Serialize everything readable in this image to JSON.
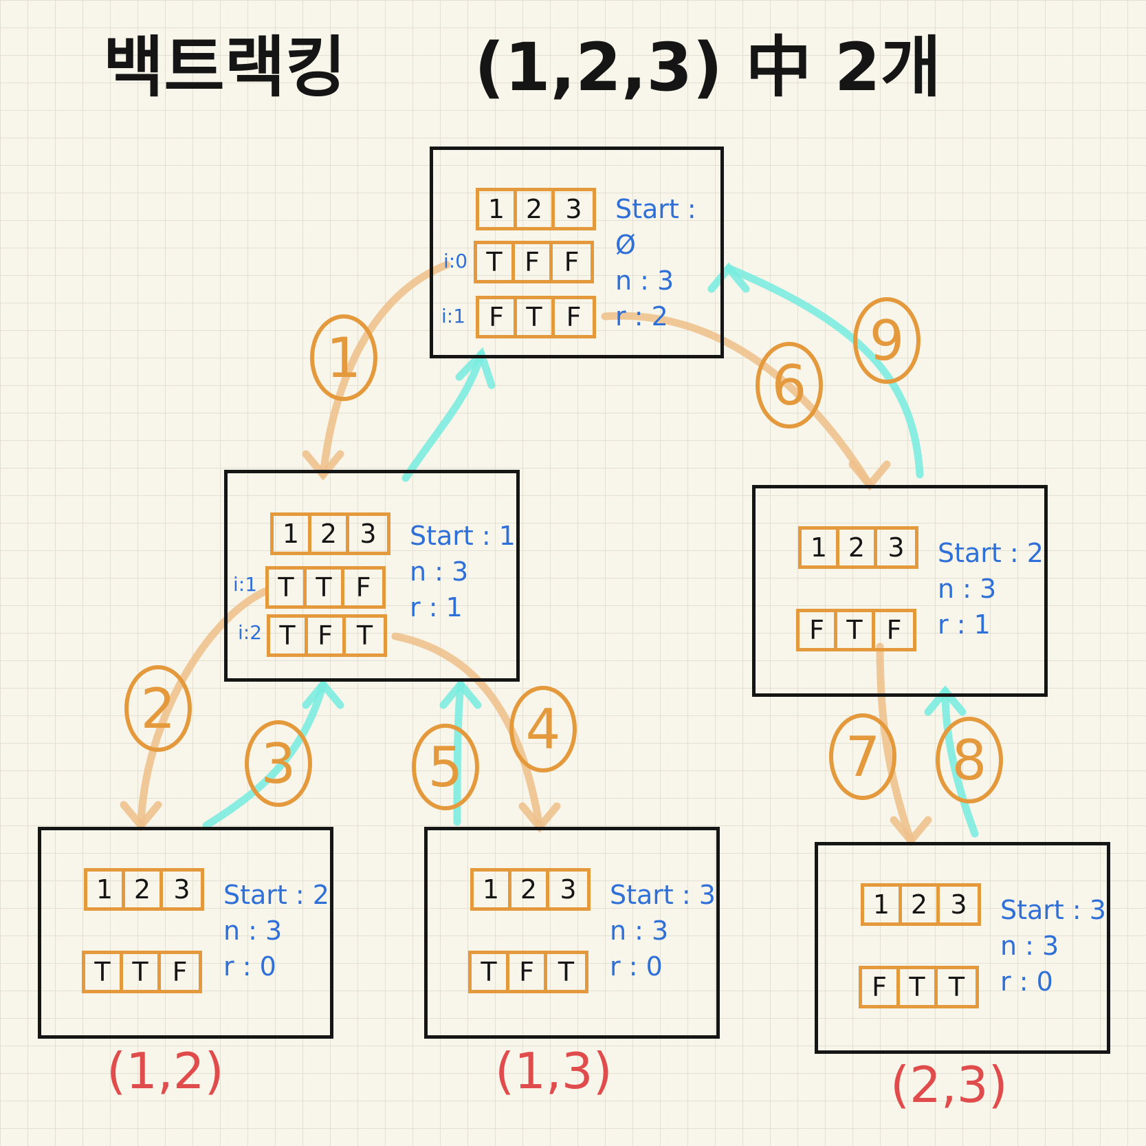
{
  "title_left": "백트랙킹",
  "title_right": "(1,2,3) 中 2개",
  "colors": {
    "ink": "#151515",
    "orange": "#e49a3c",
    "orange_light": "#efc08a",
    "cyan": "#76ecdf",
    "blue": "#2e6fd8",
    "red": "#e04c4c"
  },
  "nodes": [
    {
      "id": "root",
      "header": [
        "1",
        "2",
        "3"
      ],
      "rows": [
        {
          "label": "i:0",
          "cells": [
            "T",
            "F",
            "F"
          ]
        },
        {
          "label": "i:1",
          "cells": [
            "F",
            "T",
            "F"
          ]
        }
      ],
      "info": [
        "Start : Ø",
        "n : 3",
        "r : 2"
      ],
      "result": ""
    },
    {
      "id": "mid-left",
      "header": [
        "1",
        "2",
        "3"
      ],
      "rows": [
        {
          "label": "i:1",
          "cells": [
            "T",
            "T",
            "F"
          ]
        },
        {
          "label": "i:2",
          "cells": [
            "T",
            "F",
            "T"
          ]
        }
      ],
      "info": [
        "Start : 1",
        "n : 3",
        "r : 1"
      ],
      "result": ""
    },
    {
      "id": "mid-right",
      "header": [
        "1",
        "2",
        "3"
      ],
      "rows": [
        {
          "label": "",
          "cells": [
            "F",
            "T",
            "F"
          ]
        }
      ],
      "info": [
        "Start : 2",
        "n : 3",
        "r : 1"
      ],
      "result": ""
    },
    {
      "id": "leaf-1",
      "header": [
        "1",
        "2",
        "3"
      ],
      "rows": [
        {
          "label": "",
          "cells": [
            "T",
            "T",
            "F"
          ]
        }
      ],
      "info": [
        "Start : 2",
        "n : 3",
        "r : 0"
      ],
      "result": "(1,2)"
    },
    {
      "id": "leaf-2",
      "header": [
        "1",
        "2",
        "3"
      ],
      "rows": [
        {
          "label": "",
          "cells": [
            "T",
            "F",
            "T"
          ]
        }
      ],
      "info": [
        "Start : 3",
        "n : 3",
        "r : 0"
      ],
      "result": "(1,3)"
    },
    {
      "id": "leaf-3",
      "header": [
        "1",
        "2",
        "3"
      ],
      "rows": [
        {
          "label": "",
          "cells": [
            "F",
            "T",
            "T"
          ]
        }
      ],
      "info": [
        "Start : 3",
        "n : 3",
        "r : 0"
      ],
      "result": "(2,3)"
    }
  ],
  "steps": [
    {
      "number": "1",
      "direction": "down"
    },
    {
      "number": "2",
      "direction": "down"
    },
    {
      "number": "3",
      "direction": "up"
    },
    {
      "number": "4",
      "direction": "down"
    },
    {
      "number": "5",
      "direction": "up"
    },
    {
      "number": "6",
      "direction": "down"
    },
    {
      "number": "7",
      "direction": "down"
    },
    {
      "number": "8",
      "direction": "up"
    },
    {
      "number": "9",
      "direction": "up"
    }
  ]
}
